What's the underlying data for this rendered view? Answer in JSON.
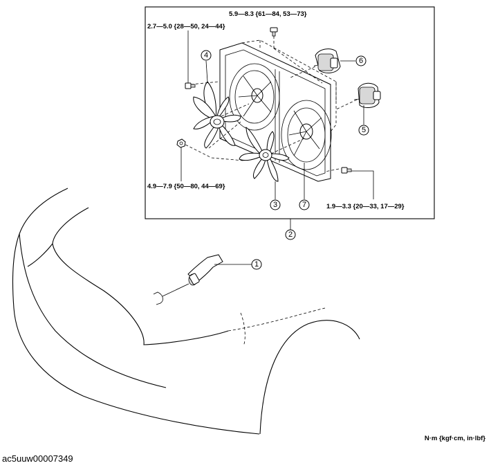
{
  "figure": {
    "id": "ac5uuw00007349",
    "units": "N·m {kgf·cm, in·lbf}"
  },
  "torques": {
    "top_bolt": "5.9—8.3 {61—84, 53—73}",
    "left_bolt": "2.7—5.0 {28—50, 24—44}",
    "nut": "4.9—7.9 {50—80, 44—69}",
    "bottom_bolt": "1.9—3.3 {20—33, 17—29}"
  },
  "callouts": {
    "c1": "1",
    "c2": "2",
    "c3": "3",
    "c4": "4",
    "c5": "5",
    "c6": "6",
    "c7": "7"
  }
}
